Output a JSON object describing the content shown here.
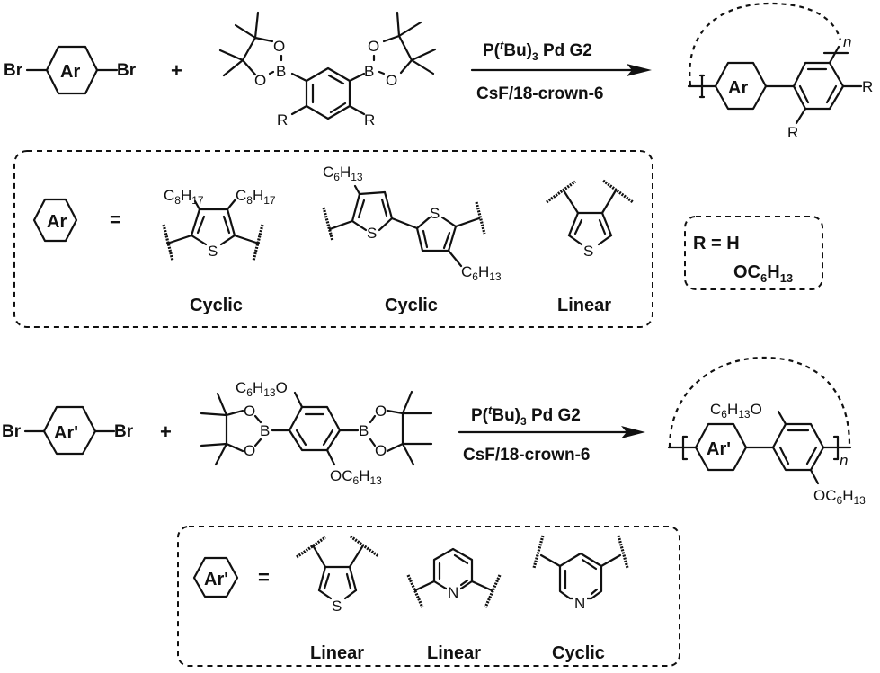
{
  "scheme1": {
    "reactant1": {
      "left_atom": "Br",
      "ring_label": "Ar",
      "right_atom": "Br"
    },
    "plus": "+",
    "reactant2": {
      "boron": "B",
      "oxygen": "O",
      "substituent": "R"
    },
    "conditions": {
      "catalyst_prefix": "P(",
      "catalyst_italic": "t",
      "catalyst_bu": "Bu)",
      "catalyst_sub": "3",
      "catalyst_suffix": " Pd G2",
      "reagents": "CsF/18-crown-6"
    },
    "product": {
      "ring_label": "Ar",
      "substituent": "R",
      "repeat": "n"
    },
    "ar_box": {
      "ring_label": "Ar",
      "equals": "=",
      "options": [
        {
          "substituent_a": "C",
          "sub_a": "8",
          "h_a": "H",
          "sub_a2": "17",
          "heteroatom": "S",
          "label": "Cyclic"
        },
        {
          "substituent_a": "C",
          "sub_a": "6",
          "h_a": "H",
          "sub_a2": "13",
          "heteroatom": "S",
          "label": "Cyclic"
        },
        {
          "heteroatom": "S",
          "label": "Linear"
        }
      ]
    },
    "r_box": {
      "line1": "R = H",
      "line2_main": "OC",
      "line2_sub1": "6",
      "line2_h": "H",
      "line2_sub2": "13"
    }
  },
  "scheme2": {
    "reactant1": {
      "left_atom": "Br",
      "ring_label": "Ar'",
      "right_atom": "Br"
    },
    "plus": "+",
    "reactant2": {
      "boron": "B",
      "oxygen": "O",
      "alkoxy_top": {
        "c": "C",
        "s1": "6",
        "h": "H",
        "s2": "13",
        "o": "O"
      },
      "alkoxy_bottom": {
        "o": "OC",
        "s1": "6",
        "h": "H",
        "s2": "13"
      }
    },
    "conditions": {
      "catalyst_prefix": "P(",
      "catalyst_italic": "t",
      "catalyst_bu": "Bu)",
      "catalyst_sub": "3",
      "catalyst_suffix": " Pd G2",
      "reagents": "CsF/18-crown-6"
    },
    "product": {
      "ring_label": "Ar'",
      "repeat": "n"
    },
    "ar_box": {
      "ring_label": "Ar'",
      "equals": "=",
      "options": [
        {
          "heteroatom": "S",
          "label": "Linear"
        },
        {
          "heteroatom": "N",
          "label": "Linear"
        },
        {
          "heteroatom": "N",
          "label": "Cyclic"
        }
      ]
    }
  }
}
